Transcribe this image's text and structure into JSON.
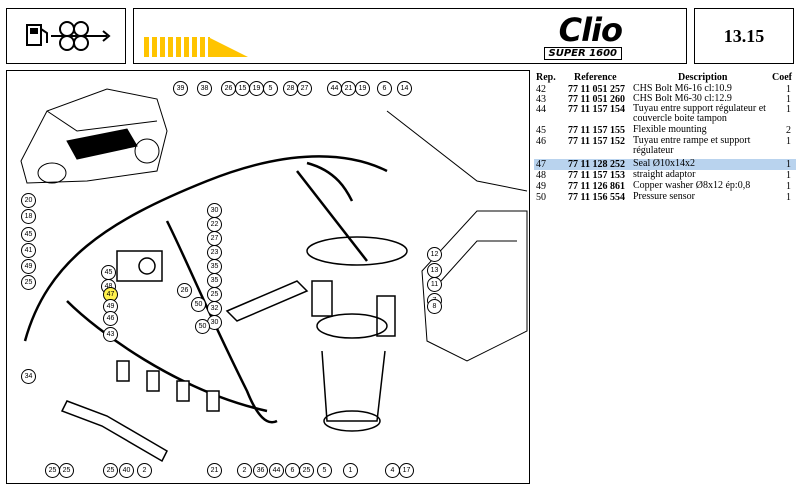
{
  "header": {
    "brand": "Clio",
    "subbrand": "SUPER 1600",
    "page_number": "13.15"
  },
  "table": {
    "columns": [
      "Rep.",
      "Reference",
      "Description",
      "Coef"
    ],
    "rows": [
      {
        "rep": "42",
        "ref": "77 11 051 257",
        "desc": "CHS Bolt M6-16 cl:10.9",
        "coef": "1"
      },
      {
        "rep": "43",
        "ref": "77 11 051 260",
        "desc": "CHS Bolt M6-30 cl:12.9",
        "coef": "1"
      },
      {
        "rep": "44",
        "ref": "77 11 157 154",
        "desc": "Tuyau entre support régulateur et couvercle boite tampon",
        "coef": "1"
      },
      {
        "rep": "45",
        "ref": "77 11 157 155",
        "desc": "Flexible mounting",
        "coef": "2"
      },
      {
        "rep": "46",
        "ref": "77 11 157 152",
        "desc": "Tuyau entre rampe et support régulateur",
        "coef": "1"
      },
      {
        "rep": "47",
        "ref": "77 11 128 252",
        "desc": "Seal Ø10x14x2",
        "coef": "1"
      },
      {
        "rep": "48",
        "ref": "77 11 157 153",
        "desc": "straight adaptor",
        "coef": "1"
      },
      {
        "rep": "49",
        "ref": "77 11 126 861",
        "desc": "Copper washer Ø8x12 ép:0,8",
        "coef": "1"
      },
      {
        "rep": "50",
        "ref": "77 11 156 554",
        "desc": "Pressure sensor",
        "coef": "1"
      }
    ]
  },
  "callouts": {
    "top": [
      "39",
      "38",
      "26",
      "15",
      "19",
      "5",
      "28",
      "27",
      "44",
      "21",
      "19",
      "6",
      "14"
    ],
    "left": [
      "20",
      "18",
      "45",
      "41",
      "49",
      "25",
      "34"
    ],
    "mid_left": [
      "45",
      "48",
      "47",
      "49",
      "46",
      "43"
    ],
    "mid": [
      "30",
      "22",
      "27",
      "23",
      "35",
      "35",
      "25",
      "32",
      "30",
      "50",
      "26",
      "50"
    ],
    "right": [
      "12",
      "13",
      "11",
      "7",
      "8"
    ],
    "bottom": [
      "25",
      "25",
      "25",
      "40",
      "2",
      "21",
      "2",
      "44",
      "36",
      "6",
      "25",
      "5",
      "1",
      "4",
      "17"
    ]
  },
  "highlight_rep": "47"
}
